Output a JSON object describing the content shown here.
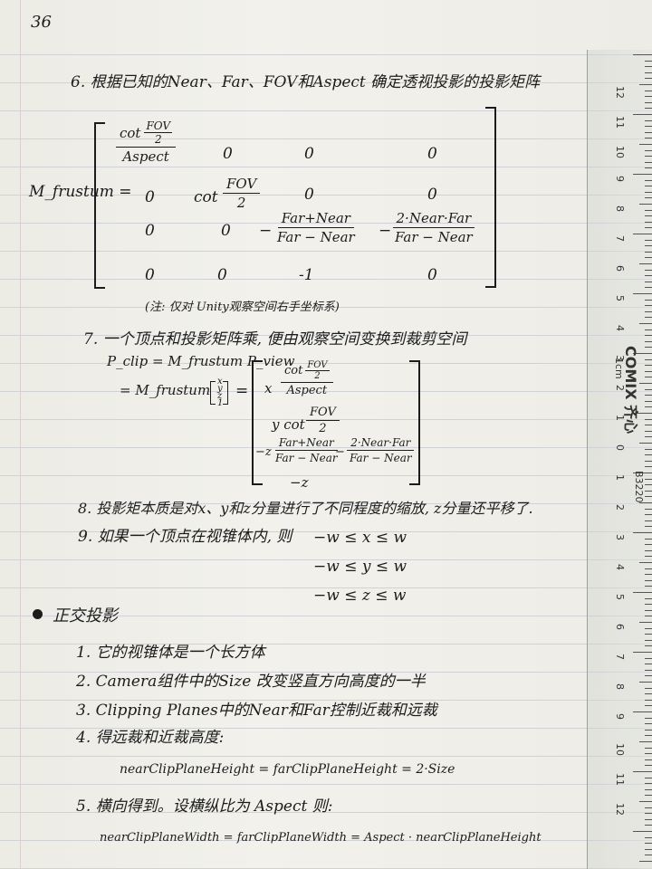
{
  "page_number": "36",
  "s6": {
    "title": "6. 根据已知的Near、Far、FOV和Aspect 确定透视投影的投影矩阵",
    "lhs": "M_frustum =",
    "m": {
      "r1c1_num_top": "cot",
      "r1c1_num_frac_num": "FOV",
      "r1c1_num_frac_den": "2",
      "r1c1_den": "Aspect",
      "zero": "0",
      "cot": "cot",
      "fov": "FOV",
      "two": "2",
      "r3c3_num": "Far+Near",
      "r3c3_den": "Far − Near",
      "r3c3_sign": "−",
      "r3c4_num": "2·Near·Far",
      "r3c4_den": "Far − Near",
      "r3c4_sign": "−",
      "r4c3": "-1"
    },
    "note": "(注: 仅对 Unity观察空间右手坐标系)"
  },
  "s7": {
    "title": "7. 一个顶点和投影矩阵乘, 便由观察空间变换到裁剪空间",
    "line1": "P_clip = M_frustum P_view",
    "line2": "= M_frustum",
    "vec": [
      "x",
      "y",
      "z",
      "1"
    ],
    "eq": "=",
    "row1_x": "x",
    "row1_num_cot": "cot",
    "row1_num_fov": "FOV",
    "row1_num_two": "2",
    "row1_den": "Aspect",
    "row2": "y cot",
    "row2_fov": "FOV",
    "row2_two": "2",
    "row3_pre": "−z",
    "row3_num1": "Far+Near",
    "row3_den1": "Far − Near",
    "row3_mid": "−",
    "row3_num2": "2·Near·Far",
    "row3_den2": "Far − Near",
    "row4": "−z"
  },
  "s8": {
    "text": "8. 投影矩本质是对x、y和z分量进行了不同程度的缩放, z分量还平移了."
  },
  "s9": {
    "text": "9. 如果一个顶点在视锥体内, 则",
    "ineq": [
      "−w ≤ x ≤ w",
      "−w ≤ y ≤ w",
      "−w ≤ z ≤ w"
    ]
  },
  "ortho": {
    "heading": "正交投影",
    "items": [
      "1. 它的视锥体是一个长方体",
      "2. Camera组件中的Size 改变竖直方向高度的一半",
      "3. Clipping Planes中的Near和Far控制近裁和远裁",
      "4. 得远裁和近裁高度:",
      "nearClipPlaneHeight = farClipPlaneHeight = 2·Size",
      "5. 横向得到。设横纵比为 Aspect 则:",
      "nearClipPlaneWidth = farClipPlaneWidth = Aspect · nearClipPlaneHeight"
    ]
  },
  "ruler": {
    "brand": "COMIX 齐心",
    "model": "B3220",
    "unit": "1cm",
    "numbers": [
      "12",
      "11",
      "10",
      "9",
      "8",
      "7",
      "6",
      "5",
      "4",
      "3",
      "2",
      "1",
      "0",
      "1",
      "2",
      "3",
      "4",
      "5",
      "6",
      "7",
      "8",
      "9",
      "10",
      "11",
      "12"
    ]
  }
}
